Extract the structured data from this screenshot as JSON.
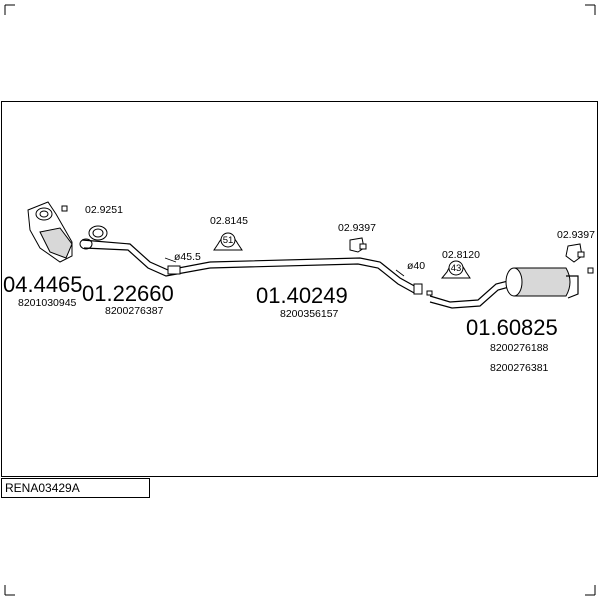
{
  "diagram": {
    "code": "RENA03429A",
    "parts": [
      {
        "id": "p1",
        "number": "04.4465",
        "oem": [
          "8201030945"
        ]
      },
      {
        "id": "p2",
        "number": "01.22660",
        "oem": [
          "8200276387"
        ]
      },
      {
        "id": "p3",
        "number": "01.40249",
        "oem": [
          "8200356157"
        ]
      },
      {
        "id": "p4",
        "number": "01.60825",
        "oem": [
          "8200276188",
          "8200276381"
        ]
      }
    ],
    "accessories": {
      "gasket": "02.9251",
      "clamp1": "02.8145",
      "clamp1_size": "51",
      "hanger1": "02.9397",
      "clamp2": "02.8120",
      "clamp2_size": "43",
      "hanger2": "02.9397"
    },
    "diameters": {
      "d1": "ø45.5",
      "d2": "ø40"
    }
  }
}
